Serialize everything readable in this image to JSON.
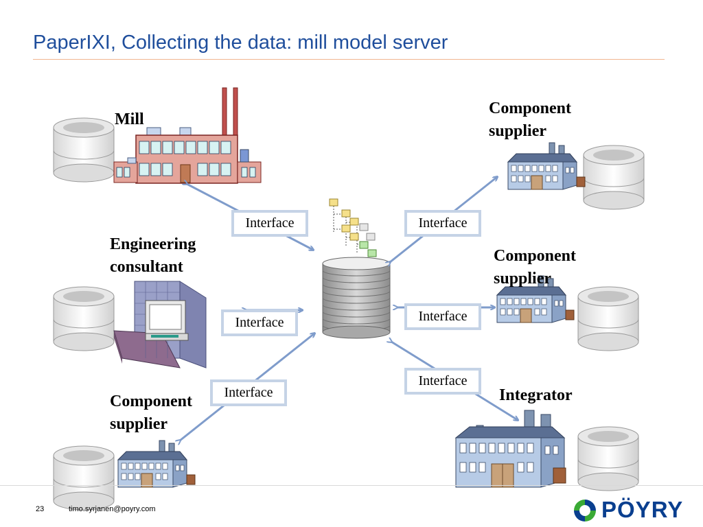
{
  "slide": {
    "title": "PaperIXI, Collecting the data: mill model server",
    "page_number": "23",
    "footer_email": "timo.syrjanen@poyry.com",
    "logo_text": "PÖYRY"
  },
  "nodes": {
    "mill": "Mill",
    "engineering_line1": "Engineering",
    "engineering_line2": "consultant",
    "supplier_top_line1": "Component",
    "supplier_top_line2": "supplier",
    "supplier_mid_line1": "Component",
    "supplier_mid_line2": "supplier",
    "supplier_bottom_line1": "Component",
    "supplier_bottom_line2": "supplier",
    "integrator": "Integrator"
  },
  "interfaces": {
    "mill": "Interface",
    "engineering": "Interface",
    "supplier_bottom": "Interface",
    "supplier_top": "Interface",
    "supplier_mid": "Interface",
    "integrator": "Interface"
  },
  "colors": {
    "title": "#1f4e9c",
    "arrow": "#7f9ccb",
    "interface_border": "#c5d3e6",
    "logo_blue": "#0a3f8f",
    "logo_green": "#3aaa35"
  }
}
